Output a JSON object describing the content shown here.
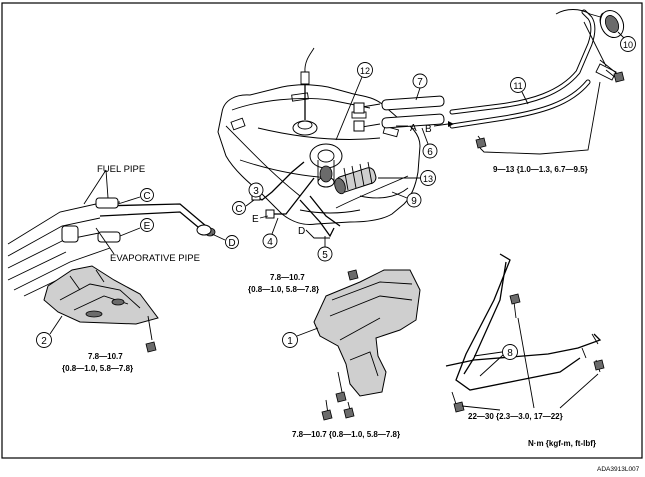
{
  "labels": {
    "fuel_pipe": "FUEL PIPE",
    "evaporative_pipe": "EVAPORATIVE PIPE",
    "torque_heat_insulator_left": "7.8—10.7",
    "torque_heat_insulator_left_alt": "{0.8—1.0, 5.8—7.8}",
    "torque_heat_insulator_top": "7.8—10.7",
    "torque_heat_insulator_top_alt": "{0.8—1.0, 5.8—7.8}",
    "torque_heat_insulator_bottom": "7.8—10.7  {0.8—1.0, 5.8—7.8}",
    "torque_filler": "9—13  {1.0—1.3, 6.7—9.5}",
    "torque_band": "22—30  {2.3—3.0, 17—22}",
    "units": "N·m  {kgf-m, ft-lbf}",
    "figure_code": "ADA3913L007"
  },
  "callouts": {
    "n1": "1",
    "n2": "2",
    "n3": "3",
    "n4": "4",
    "n5": "5",
    "n6": "6",
    "n7": "7",
    "n8": "8",
    "n9": "9",
    "n10": "10",
    "n11": "11",
    "n12": "12",
    "n13": "13"
  },
  "letters": {
    "c_left": "C",
    "c_mid": "C",
    "e_left": "E",
    "e_mid": "E",
    "d_left": "D",
    "d_mid": "D",
    "a": "A",
    "b": "B"
  }
}
